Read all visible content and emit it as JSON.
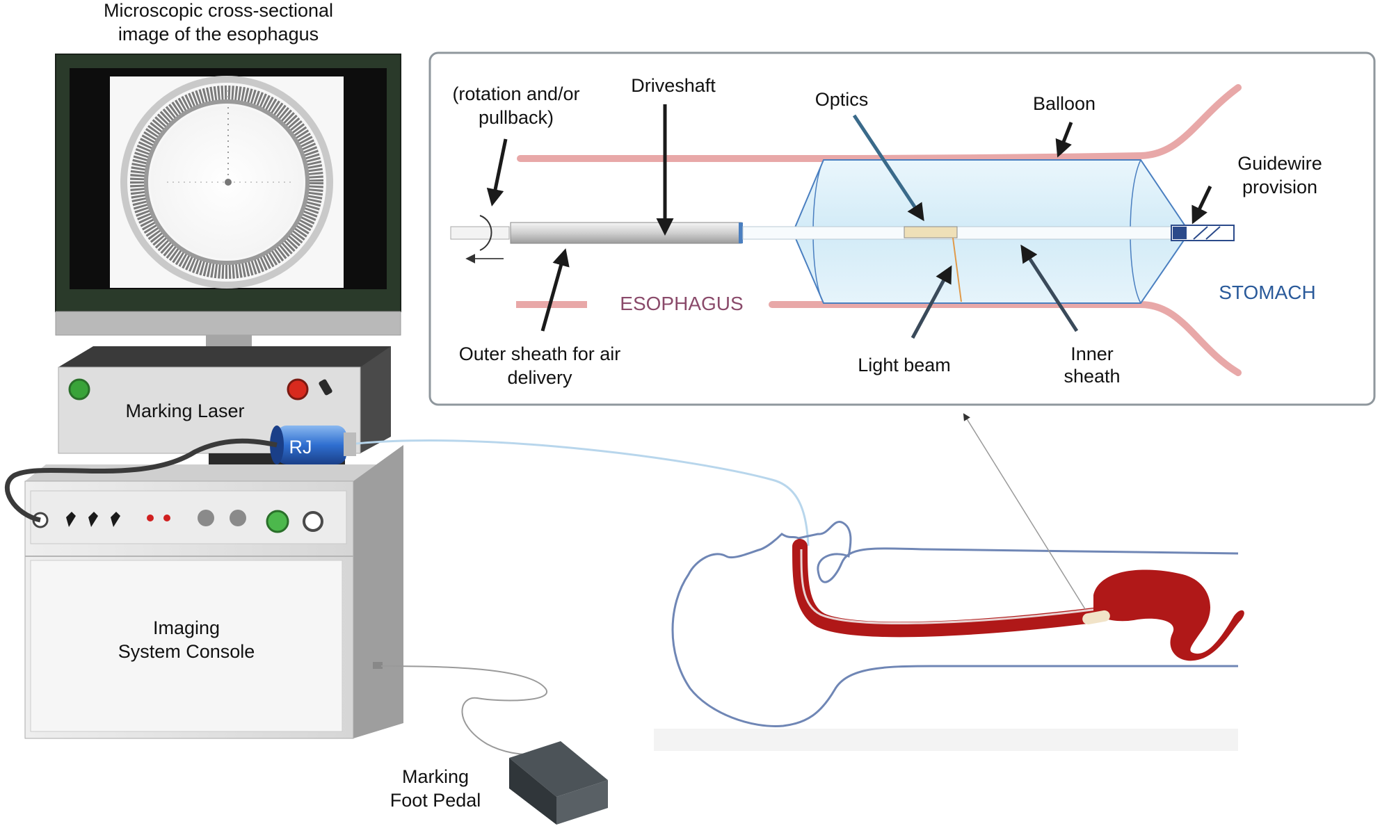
{
  "labels": {
    "monitor_caption_line1": "Microscopic cross-sectional",
    "monitor_caption_line2": "image of the esophagus",
    "rotation_line1": "(rotation and/or",
    "rotation_line2": "pullback)",
    "driveshaft": "Driveshaft",
    "optics": "Optics",
    "balloon": "Balloon",
    "guidewire_line1": "Guidewire",
    "guidewire_line2": "provision",
    "esophagus": "ESOPHAGUS",
    "stomach": "STOMACH",
    "outer_sheath_line1": "Outer sheath for air",
    "outer_sheath_line2": "delivery",
    "light_beam": "Light beam",
    "inner_sheath_line1": "Inner",
    "inner_sheath_line2": "sheath",
    "marking_laser": "Marking Laser",
    "rj": "RJ",
    "console_line1": "Imaging",
    "console_line2": "System Console",
    "pedal_line1": "Marking",
    "pedal_line2": "Foot Pedal"
  },
  "colors": {
    "tissue_wall": "#e8a8a8",
    "esophagus_text": "#8a4a6a",
    "stomach_text": "#2a5a9a",
    "balloon_fill": "#dceff8",
    "balloon_stroke": "#4a7fc0",
    "organ_red": "#b01818",
    "body_outline": "#6f86b5",
    "arrow_dark": "#1a1a1a"
  }
}
